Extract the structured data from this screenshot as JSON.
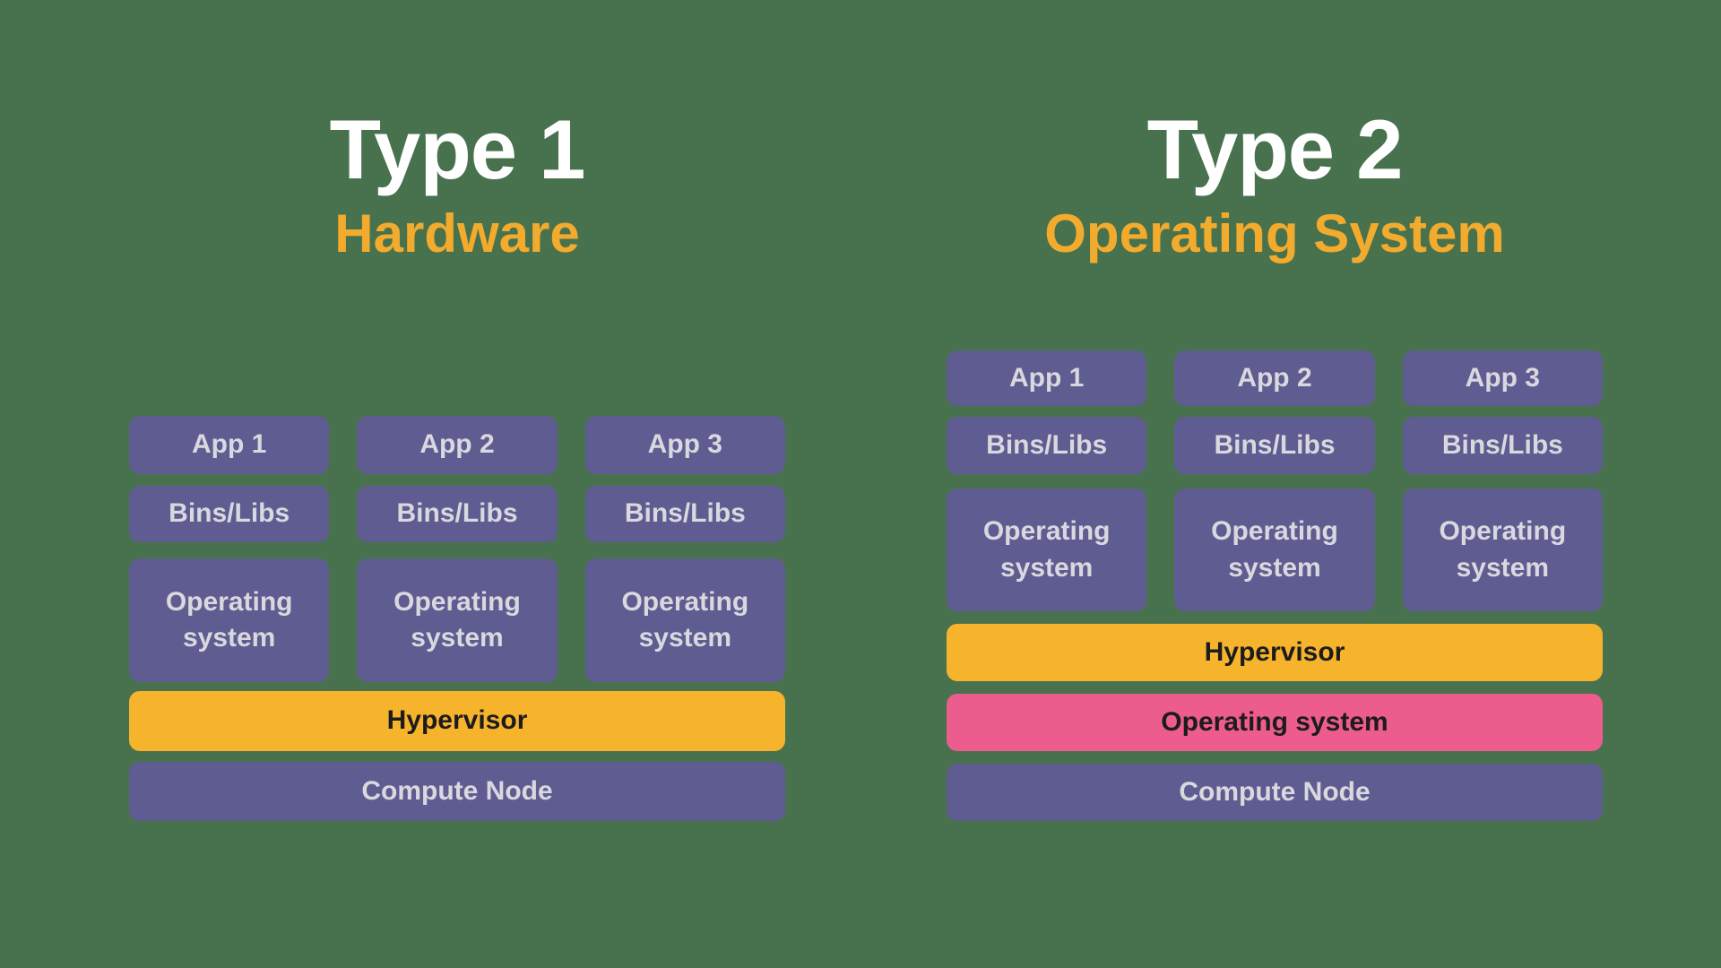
{
  "colors": {
    "background": "#48714e",
    "box_purple": "#5f5c91",
    "accent_yellow": "#f6b42d",
    "accent_pink": "#ec5d8d",
    "title_white": "#ffffff",
    "subtitle_amber": "#f2ab2d",
    "box_text_light": "#d9d8de",
    "dark_text": "#1d1b1b"
  },
  "panels": [
    {
      "title": "Type 1",
      "subtitle": "Hardware",
      "columns": [
        {
          "app": "App 1",
          "bins": "Bins/Libs",
          "os": "Operating system"
        },
        {
          "app": "App 2",
          "bins": "Bins/Libs",
          "os": "Operating system"
        },
        {
          "app": "App 3",
          "bins": "Bins/Libs",
          "os": "Operating system"
        }
      ],
      "layers": {
        "hypervisor": "Hypervisor",
        "compute_node": "Compute Node"
      }
    },
    {
      "title": "Type 2",
      "subtitle": "Operating System",
      "columns": [
        {
          "app": "App 1",
          "bins": "Bins/Libs",
          "os": "Operating system"
        },
        {
          "app": "App 2",
          "bins": "Bins/Libs",
          "os": "Operating system"
        },
        {
          "app": "App 3",
          "bins": "Bins/Libs",
          "os": "Operating system"
        }
      ],
      "layers": {
        "hypervisor": "Hypervisor",
        "host_os": "Operating system",
        "compute_node": "Compute Node"
      }
    }
  ]
}
